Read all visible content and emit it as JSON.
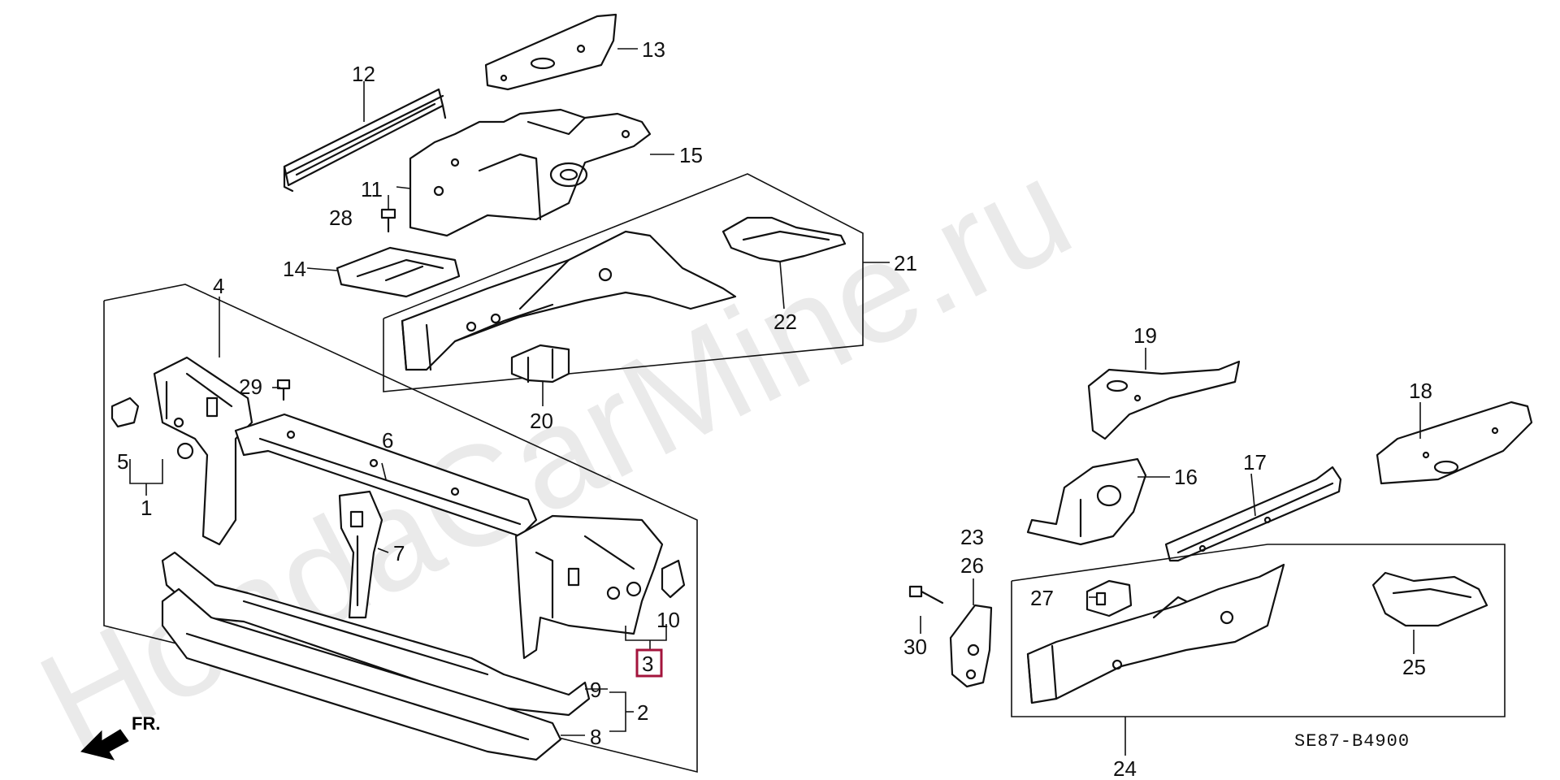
{
  "watermark": "HondaCarMine.ru",
  "diagram_code": "SE87-B4900",
  "direction_label": "FR.",
  "highlighted_callout": "3",
  "callouts": [
    "1",
    "2",
    "3",
    "4",
    "5",
    "6",
    "7",
    "8",
    "9",
    "10",
    "11",
    "12",
    "13",
    "14",
    "15",
    "16",
    "17",
    "18",
    "19",
    "20",
    "21",
    "22",
    "23",
    "24",
    "25",
    "26",
    "27",
    "28",
    "29",
    "30"
  ],
  "colors": {
    "line": "#111111",
    "highlight": "#a3143c",
    "background": "#ffffff"
  }
}
